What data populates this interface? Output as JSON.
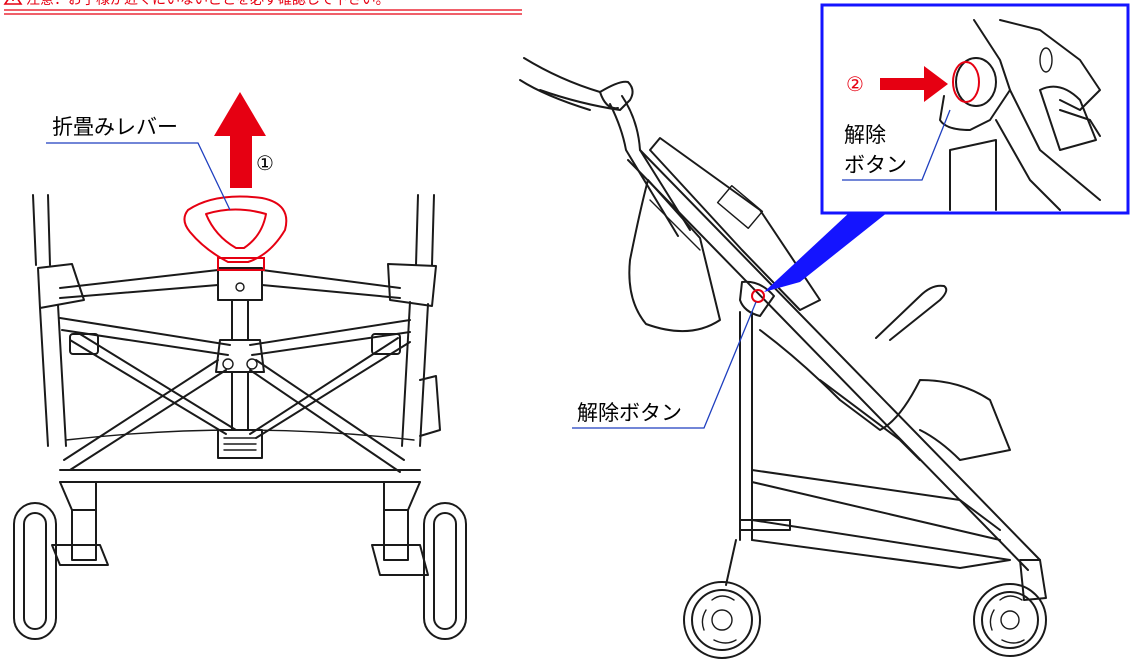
{
  "warning": {
    "icon": "warning-triangle-icon",
    "text": "注意：お子様が近くにいないことを必ず確認して下さい。"
  },
  "labels": {
    "fold_lever": "折畳みレバー",
    "step_1": "①",
    "step_2": "②",
    "release_button_line1": "解除",
    "release_button_line2": "ボタン",
    "release_button": "解除ボタン"
  },
  "colors": {
    "accent_red": "#e60012",
    "leader_blue": "#1f3fbf",
    "callout_blue": "#1414ff",
    "line_black": "#1a1a1a"
  }
}
